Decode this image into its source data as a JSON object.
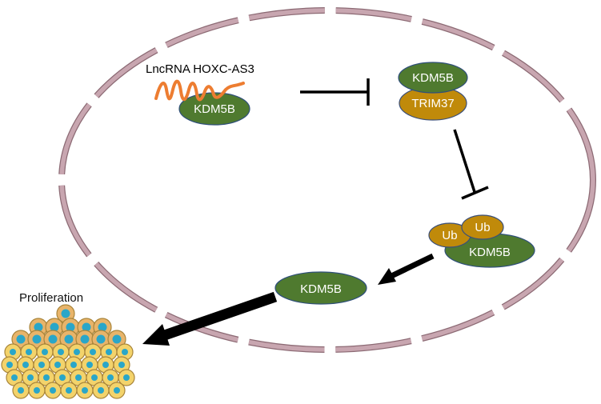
{
  "labels": {
    "lncrna": "LncRNA HOXC-AS3",
    "kdm5b_bound": "KDM5B",
    "kdm5b_complex": "KDM5B",
    "trim37": "TRIM37",
    "ub1": "Ub",
    "ub2": "Ub",
    "kdm5b_ub": "KDM5B",
    "kdm5b_free": "KDM5B",
    "proliferation": "Proliferation"
  },
  "colors": {
    "membrane": "#c8a6b0",
    "membrane_edge": "#8c6a74",
    "protein_green": "#4f7a2f",
    "protein_green_edge": "#2f4f7a",
    "protein_gold": "#c08a0a",
    "protein_gold_edge": "#3a4f7a",
    "rna_orange": "#ed7d31",
    "cell_fill": "#f3d36b",
    "cell_edge": "#a9853a",
    "nucleus": "#2aa6c8",
    "arrow": "#000000"
  }
}
